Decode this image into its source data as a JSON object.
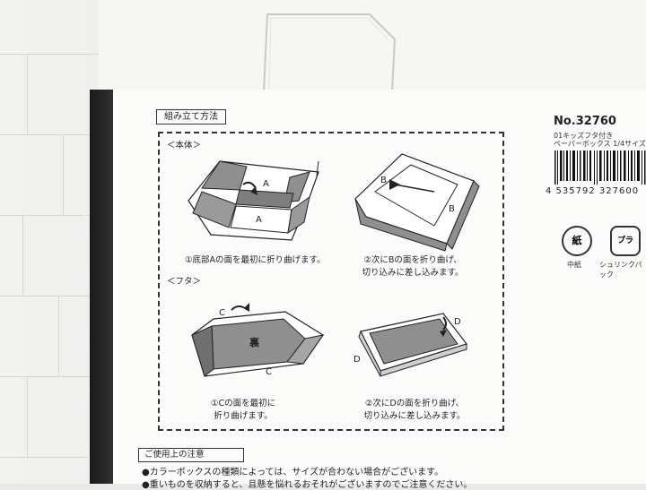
{
  "howto_title": "組み立て方法",
  "section_body": "＜本体＞",
  "section_lid": "＜フタ＞",
  "step1": {
    "line1": "①底部Aの面を最初に折り曲げます。"
  },
  "step2": {
    "line1": "②次にBの面を折り曲げ、",
    "line2": "切り込みに差し込みます。"
  },
  "step3": {
    "line1": "①Cの面を最初に",
    "line2": "折り曲げます。"
  },
  "step4": {
    "line1": "②次にDの面を折り曲げ、",
    "line2": "切り込みに差し込みます。"
  },
  "diagram_labels": {
    "a": "A",
    "b": "B",
    "c": "C",
    "d": "D",
    "ura": "裏"
  },
  "product": {
    "number": "No.32760",
    "name_line1": "01キッズフタ付き",
    "name_line2": "ペーパーボックス 1/4サイズ",
    "barcode_digits": "4 535792 327600"
  },
  "recycle": [
    {
      "mark": "紙",
      "label": "中紙"
    },
    {
      "mark": "プラ",
      "label": "シュリンクパック"
    }
  ],
  "notes": {
    "title": "ご使用上の注意",
    "items": [
      "●カラーボックスの種類によっては、サイズが合わない場合がございます。",
      "●重いものを収納すると、且懸を悩れるおそれがございますのでご注意ください。"
    ]
  },
  "colors": {
    "sheet": "#fbfbfa",
    "black_edge": "#222222",
    "wall": "#ececea",
    "diagram_gray": "#8f8f8f"
  }
}
